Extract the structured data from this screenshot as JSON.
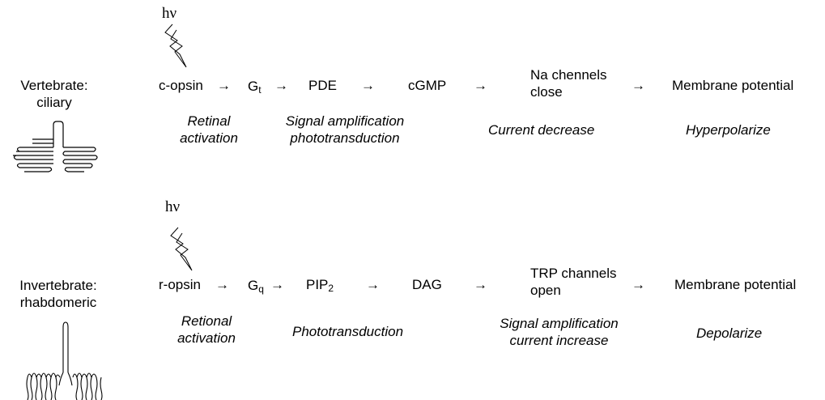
{
  "vertebrate": {
    "label_line1": "Vertebrate:",
    "label_line2": "ciliary",
    "hv": "hν",
    "opsin": "c-opsin",
    "g_main": "G",
    "g_sub": "t",
    "step2": "PDE",
    "step3": "cGMP",
    "channel_line1": "Na chennels",
    "channel_line2": "close",
    "result": "Membrane potential",
    "note_opsin_line1": "Retinal",
    "note_opsin_line2": "activation",
    "note_mid_line1": "Signal amplification",
    "note_mid_line2": "phototransduction",
    "note_channel": "Current decrease",
    "note_result": "Hyperpolarize"
  },
  "invertebrate": {
    "label_line1": "Invertebrate:",
    "label_line2": "rhabdomeric",
    "hv": "hν",
    "opsin": "r-opsin",
    "g_main": "G",
    "g_sub": "q",
    "step2_main": "PIP",
    "step2_sub": "2",
    "step3": "DAG",
    "channel_line1": "TRP channels",
    "channel_line2": "open",
    "result": "Membrane potential",
    "note_opsin_line1": "Retional",
    "note_opsin_line2": "activation",
    "note_mid": "Phototransduction",
    "note_channel_line1": "Signal amplification",
    "note_channel_line2": "current increase",
    "note_result": "Depolarize"
  },
  "arrow_symbol": "→"
}
